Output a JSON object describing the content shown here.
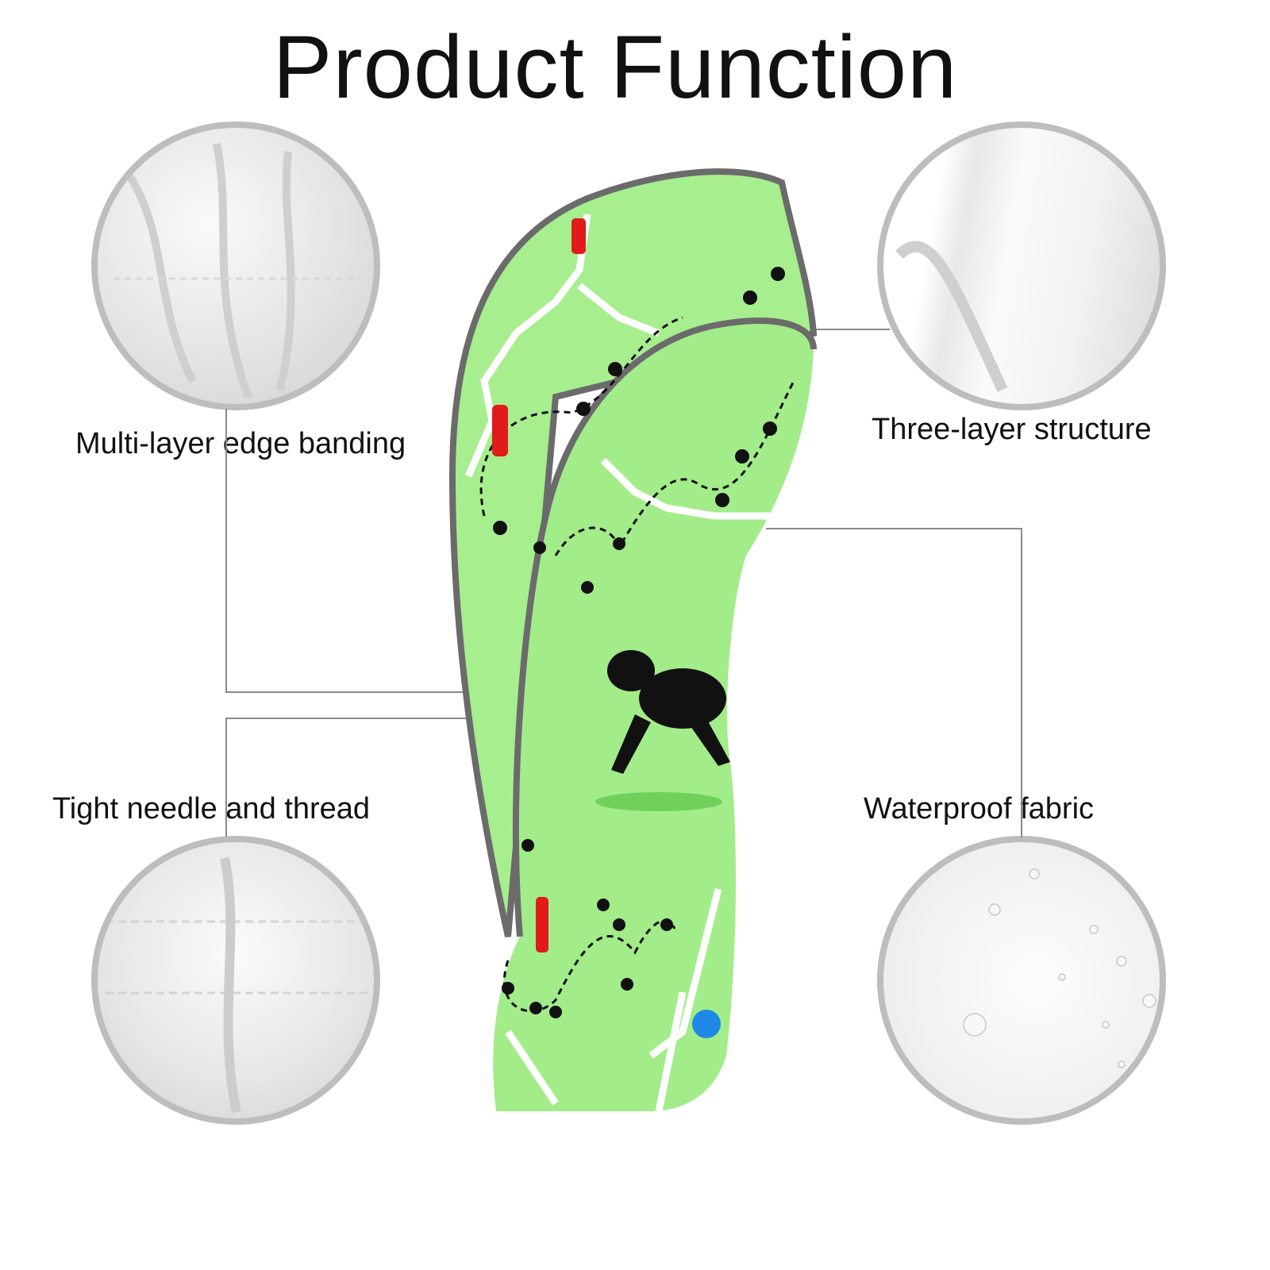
{
  "title": "Product Function",
  "features": [
    {
      "label": "Multi-layer edge banding"
    },
    {
      "label": "Three-layer structure"
    },
    {
      "label": "Tight needle and thread"
    },
    {
      "label": "Waterproof fabric"
    }
  ],
  "colors": {
    "fabric": "#a6ee8e",
    "trim": "#6b6b6b",
    "circle_border": "#bdbdbd"
  }
}
